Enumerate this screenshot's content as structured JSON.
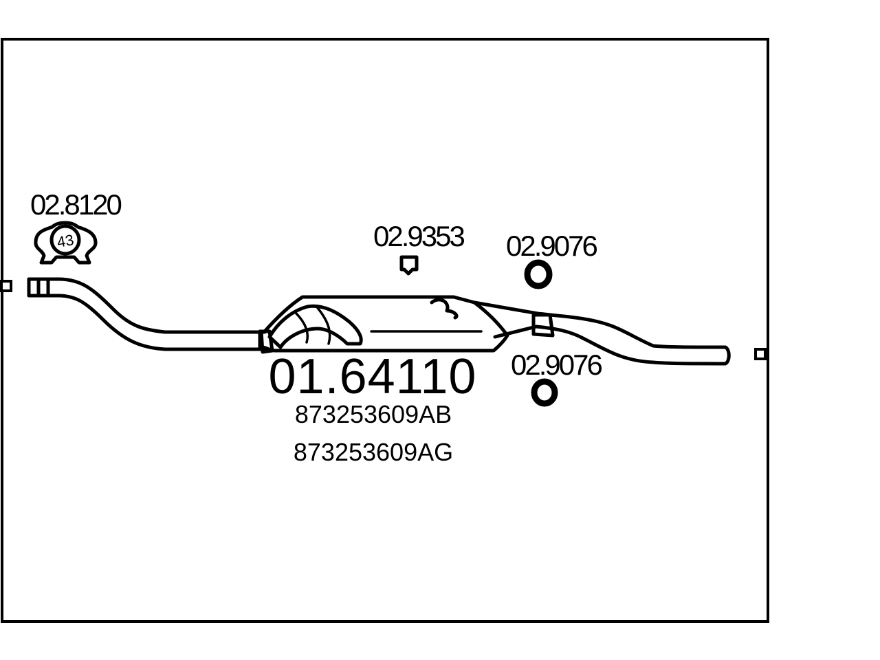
{
  "diagram": {
    "main_part_number": "01.64110",
    "oem_numbers": [
      "873253609AB",
      "873253609AG"
    ],
    "parts": {
      "gasket": {
        "code": "02.8120",
        "inner_label": "43",
        "icon": "flange-gasket-icon"
      },
      "mount_front": {
        "code": "02.9353",
        "icon": "rubber-mount-icon"
      },
      "ring_top": {
        "code": "02.9076",
        "icon": "rubber-ring-icon"
      },
      "ring_bottom": {
        "code": "02.9076",
        "icon": "rubber-ring-icon"
      }
    },
    "colors": {
      "line": "#000000",
      "background": "#ffffff"
    }
  }
}
